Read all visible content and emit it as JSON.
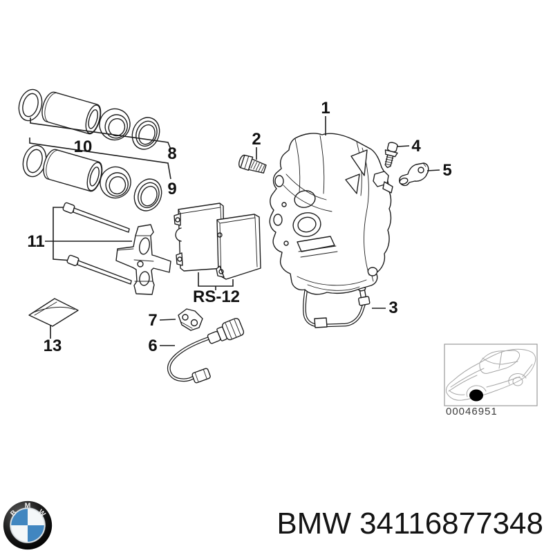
{
  "callouts": {
    "c1": "1",
    "c2": "2",
    "c3": "3",
    "c4": "4",
    "c5": "5",
    "c6": "6",
    "c7": "7",
    "c8": "8",
    "c9": "9",
    "c10": "10",
    "c11": "11",
    "c13": "13",
    "pad_set": "RS-12"
  },
  "thumbnail": {
    "code": "00046951"
  },
  "footer": {
    "brand": "BMW",
    "part_number": "34116877348",
    "logo_letters": [
      "B",
      "M",
      "W"
    ],
    "colors": {
      "roundel_blue": "#4186c0",
      "roundel_white": "#f4f7f9",
      "roundel_ring": "#0b0b0b",
      "text": "#141414"
    }
  },
  "diagram": {
    "line_color": "#1c1c1c"
  }
}
